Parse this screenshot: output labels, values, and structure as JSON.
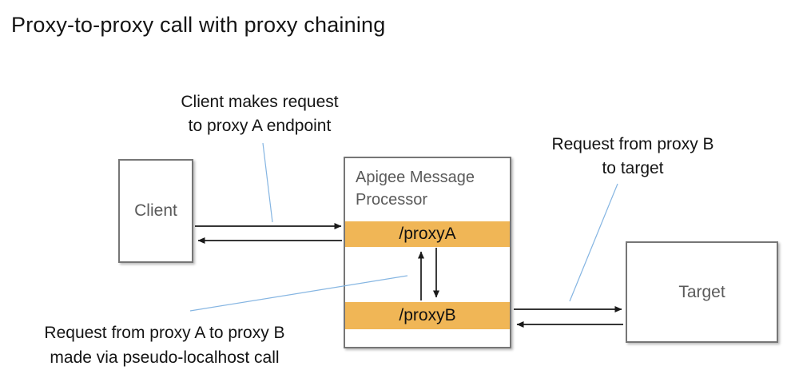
{
  "title": "Proxy-to-proxy call with proxy chaining",
  "annotations": {
    "client_request": "Client makes request\nto proxy A endpoint",
    "proxy_b_to_target": "Request from proxy B\nto target",
    "proxy_a_to_proxy_b": "Request from proxy A to proxy B\nmade via pseudo-localhost call"
  },
  "nodes": {
    "client": {
      "label": "Client"
    },
    "message_processor": {
      "title": "Apigee Message Processor",
      "endpoints": [
        {
          "label": "/proxyA"
        },
        {
          "label": "/proxyB"
        }
      ]
    },
    "target": {
      "label": "Target"
    }
  },
  "colors": {
    "endpoint_bar_orange": "#F0B656",
    "box_border_gray": "#767676",
    "box_label_gray": "#5A5A5A",
    "leader_line_blue": "#85B5E2",
    "arrow_black": "#1A1A1A",
    "text_black": "#141414"
  }
}
